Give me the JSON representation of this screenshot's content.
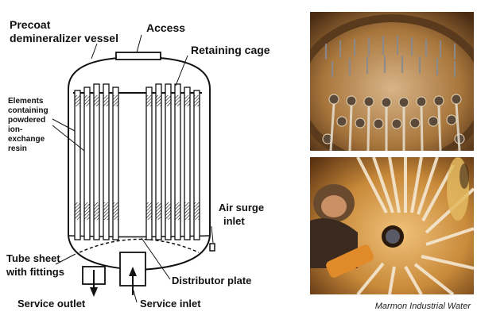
{
  "labels": {
    "vessel_line1": "Precoat",
    "vessel_line2": "demineralizer vessel",
    "access": "Access",
    "retaining_cage": "Retaining cage",
    "elements_lines": [
      "Elements",
      "containing",
      "powdered",
      "ion-",
      "exchange",
      "resin"
    ],
    "air_surge_line1": "Air surge",
    "air_surge_line2": "inlet",
    "tube_sheet_line1": "Tube sheet",
    "tube_sheet_line2": "with fittings",
    "distributor_plate": "Distributor plate",
    "service_outlet": "Service outlet",
    "service_inlet": "Service inlet"
  },
  "credit": "Marmon Industrial Water",
  "colors": {
    "line": "#111111",
    "photo_warm": "#b8833f",
    "photo_dark": "#3a2412"
  }
}
